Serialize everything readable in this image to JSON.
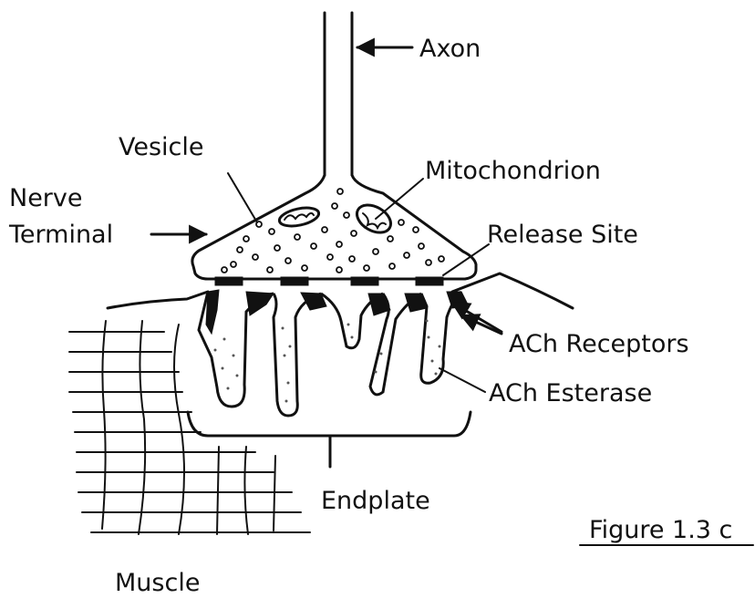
{
  "labels": {
    "axon": "Axon",
    "vesicle": "Vesicle",
    "mitochondrion": "Mitochondrion",
    "nerve_terminal_line1": "Nerve",
    "nerve_terminal_line2": "Terminal",
    "release_site": "Release Site",
    "ach_receptors": "ACh Receptors",
    "ach_esterase": "ACh Esterase",
    "endplate": "Endplate",
    "muscle": "Muscle",
    "figure_caption": "Figure 1.3 c"
  },
  "colors": {
    "ink": "#111111",
    "background": "#ffffff"
  }
}
